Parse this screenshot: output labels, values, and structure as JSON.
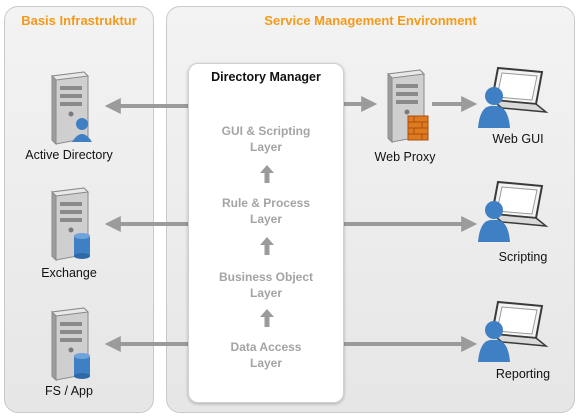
{
  "left_panel": {
    "title": "Basis Infrastruktur"
  },
  "right_panel": {
    "title": "Service Management Environment"
  },
  "directory_manager": {
    "title": "Directory Manager",
    "layers": [
      {
        "line1": "GUI & Scripting",
        "line2": "Layer"
      },
      {
        "line1": "Rule & Process",
        "line2": "Layer"
      },
      {
        "line1": "Business Object",
        "line2": "Layer"
      },
      {
        "line1": "Data Access",
        "line2": "Layer"
      }
    ]
  },
  "servers": {
    "active_directory": "Active Directory",
    "exchange": "Exchange",
    "fs_app": "FS / App",
    "web_proxy": "Web Proxy"
  },
  "clients": {
    "web_gui": "Web GUI",
    "scripting": "Scripting",
    "reporting": "Reporting"
  },
  "colors": {
    "accent": "#f39a1b",
    "layer_text": "#a4a4a4",
    "arrow": "#9b9b9b",
    "user_blue": "#3f7fc4"
  }
}
